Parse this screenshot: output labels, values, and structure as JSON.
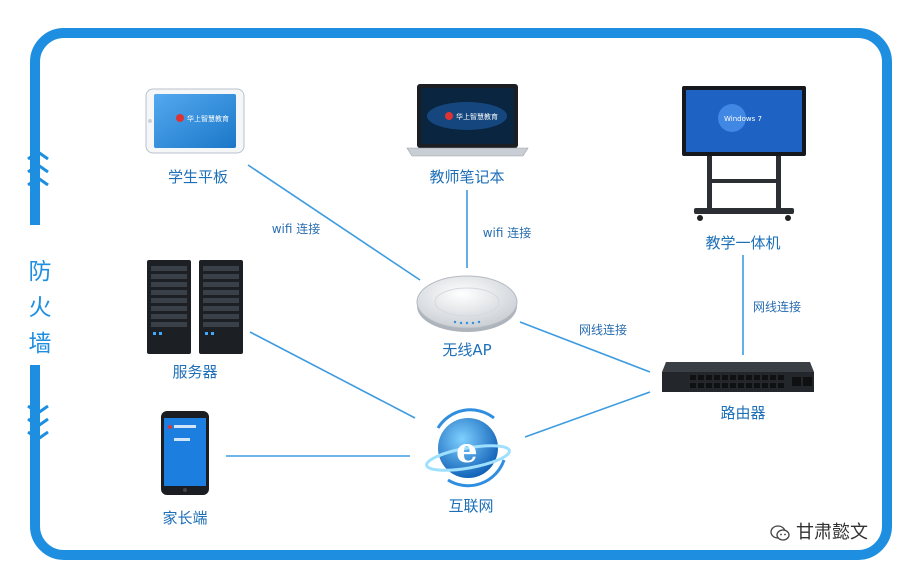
{
  "firewall": {
    "label_1": "防",
    "label_2": "火",
    "label_3": "墙"
  },
  "nodes": {
    "tablet": "学生平板",
    "laptop": "教师笔记本",
    "smartboard": "教学一体机",
    "server": "服务器",
    "ap": "无线AP",
    "router": "路由器",
    "phone": "家长端",
    "internet": "互联网"
  },
  "edges": {
    "tablet_ap": "wifi 连接",
    "laptop_ap": "wifi 连接",
    "ap_router": "网线连接",
    "smartboard_router": "网线连接"
  },
  "screens": {
    "tablet_brand": "华上智慧教育",
    "laptop_brand": "华上智慧教育",
    "smartboard_os": "Windows 7"
  },
  "watermark": "甘肃懿文",
  "colors": {
    "frame": "#1e8fe0",
    "line": "#3d9be0",
    "label": "#1d6fb8"
  }
}
